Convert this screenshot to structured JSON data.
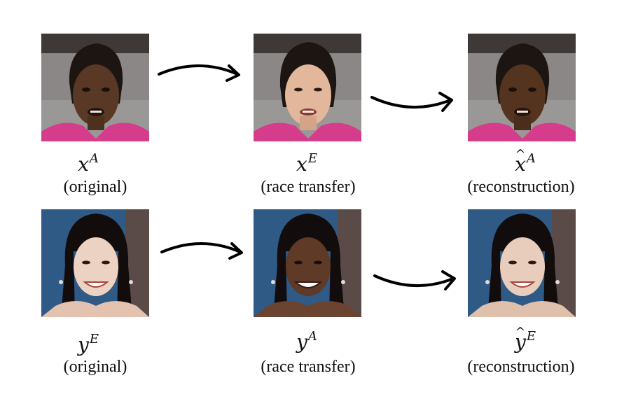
{
  "rows": [
    {
      "label_original": {
        "var": "x",
        "sup": "A",
        "hat": false
      },
      "label_transfer": {
        "var": "x",
        "sup": "E",
        "hat": false
      },
      "label_recon": {
        "var": "x",
        "sup": "A",
        "hat": true
      },
      "caption_original": "(original)",
      "caption_transfer": "(race transfer)",
      "caption_recon": "(reconstruction)"
    },
    {
      "label_original": {
        "var": "y",
        "sup": "E",
        "hat": false
      },
      "label_transfer": {
        "var": "y",
        "sup": "A",
        "hat": false
      },
      "label_recon": {
        "var": "y",
        "sup": "E",
        "hat": true
      },
      "caption_original": "(original)",
      "caption_transfer": "(race transfer)",
      "caption_recon": "(reconstruction)"
    }
  ],
  "hat_glyph": "^",
  "colors": {
    "row1_background": "#8a8786",
    "row1_shirt": "#d63c8c",
    "row1_hair": "#1c1512",
    "row2_background": "#2f5a86",
    "row2_hair": "#120d0c",
    "arrow": "#000000"
  }
}
